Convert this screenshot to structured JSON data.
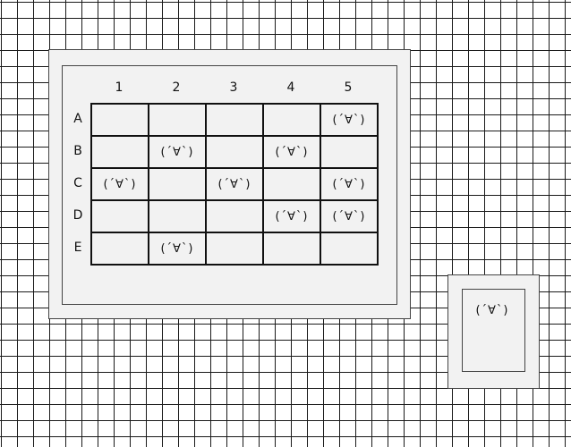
{
  "columns": [
    "1",
    "2",
    "3",
    "4",
    "5"
  ],
  "rows": [
    {
      "label": "A",
      "cells": [
        "",
        "",
        "",
        "",
        "(´∀`)"
      ]
    },
    {
      "label": "B",
      "cells": [
        "",
        "(´∀`)",
        "",
        "(´∀`)",
        ""
      ]
    },
    {
      "label": "C",
      "cells": [
        "(´∀`)",
        "",
        "(´∀`)",
        "",
        "(´∀`)"
      ]
    },
    {
      "label": "D",
      "cells": [
        "",
        "",
        "",
        "(´∀`)",
        "(´∀`)"
      ]
    },
    {
      "label": "E",
      "cells": [
        "",
        "(´∀`)",
        "",
        "",
        ""
      ]
    }
  ],
  "side_panel": {
    "face": "(´∀`)"
  },
  "colors": {
    "background": "#ffffff",
    "panel": "#f2f2f2",
    "tile_border": "#1a1a1a"
  }
}
